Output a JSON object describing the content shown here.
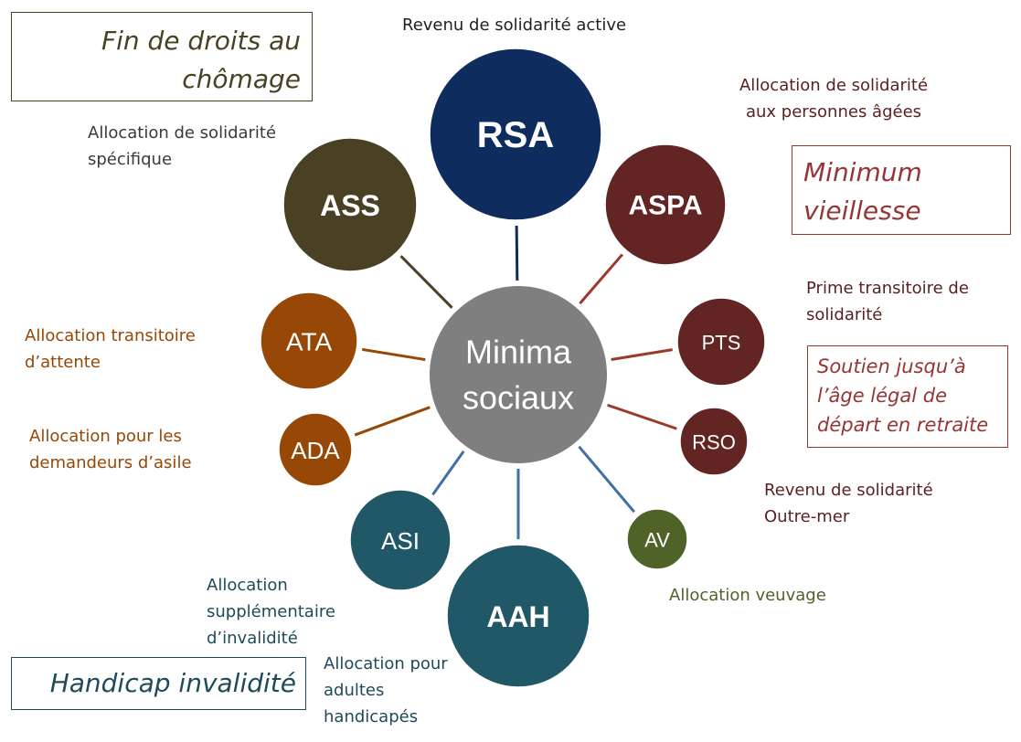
{
  "center": {
    "label_line1": "Minima",
    "label_line2": "sociaux",
    "color": "#7f7f7f"
  },
  "nodes": [
    {
      "id": "rsa",
      "abbr": "RSA",
      "color": "#0e2d5e",
      "line_color": "#0e2d5e",
      "bold": true,
      "description": [
        "Revenu de solidarité active"
      ],
      "desc_color": "#222222"
    },
    {
      "id": "ass",
      "abbr": "ASS",
      "color": "#4a4124",
      "line_color": "#4a4124",
      "bold": true,
      "description": [
        "Allocation de solidarité",
        "spécifique"
      ],
      "desc_color": "#3a3a3a"
    },
    {
      "id": "aspa",
      "abbr": "ASPA",
      "color": "#632523",
      "line_color": "#9b3a2a",
      "bold": true,
      "description": [
        "Allocation de solidarité",
        "aux personnes âgées"
      ],
      "desc_color": "#5a1f1f"
    },
    {
      "id": "pts",
      "abbr": "PTS",
      "color": "#632523",
      "line_color": "#9b3a2a",
      "bold": false,
      "description": [
        "Prime transitoire de",
        "solidarité"
      ],
      "desc_color": "#5a1f1f"
    },
    {
      "id": "rso",
      "abbr": "RSO",
      "color": "#632523",
      "line_color": "#9b3a2a",
      "bold": false,
      "description": [
        "Revenu de solidarité",
        "Outre-mer"
      ],
      "desc_color": "#5a1f1f"
    },
    {
      "id": "av",
      "abbr": "AV",
      "color": "#4f6228",
      "line_color": "#3f6ea8",
      "bold": false,
      "description": [
        "Allocation veuvage"
      ],
      "desc_color": "#4f6228"
    },
    {
      "id": "aah",
      "abbr": "AAH",
      "color": "#215868",
      "line_color": "#3f6ea8",
      "bold": true,
      "description": [
        "Allocation pour",
        "adultes",
        "handicapés"
      ],
      "desc_color": "#1f4a5a"
    },
    {
      "id": "asi",
      "abbr": "ASI",
      "color": "#215868",
      "line_color": "#3f6ea8",
      "bold": false,
      "description": [
        "Allocation",
        "supplémentaire",
        "d’invalidité"
      ],
      "desc_color": "#1f4a5a"
    },
    {
      "id": "ada",
      "abbr": "ADA",
      "color": "#974806",
      "line_color": "#974806",
      "bold": false,
      "description": [
        "Allocation pour les",
        "demandeurs d’asile"
      ],
      "desc_color": "#974806"
    },
    {
      "id": "ata",
      "abbr": "ATA",
      "color": "#974806",
      "line_color": "#974806",
      "bold": false,
      "description": [
        "Allocation transitoire",
        "d’attente"
      ],
      "desc_color": "#974806"
    }
  ],
  "category_boxes": [
    {
      "id": "chomage",
      "lines": [
        "Fin de droits au",
        "chômage"
      ],
      "color": "#4a4124"
    },
    {
      "id": "vieillesse",
      "lines": [
        "Minimum",
        "vieillesse"
      ],
      "color": "#963634"
    },
    {
      "id": "retraite",
      "lines": [
        "Soutien jusqu’à",
        "l’âge légal de",
        "départ en retraite"
      ],
      "color": "#963634"
    },
    {
      "id": "handicap",
      "lines": [
        "Handicap invalidité"
      ],
      "color": "#1f4a5a"
    }
  ]
}
